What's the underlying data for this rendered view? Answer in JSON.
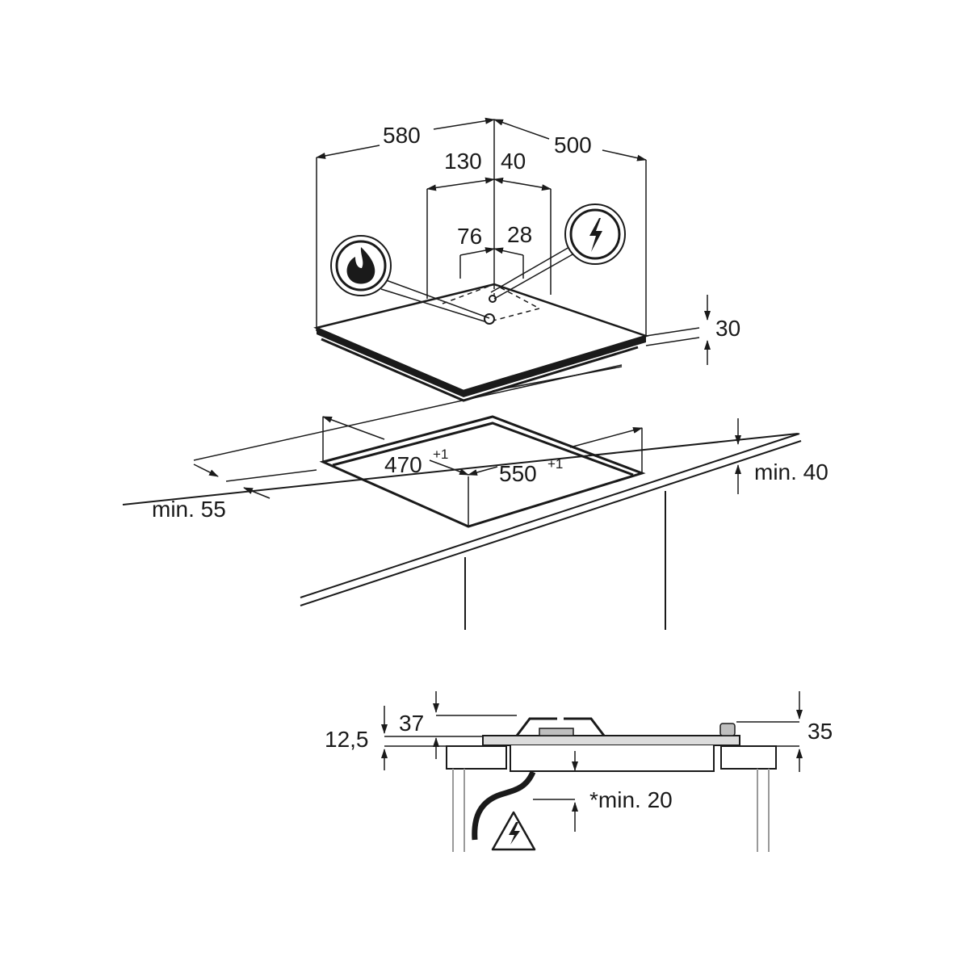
{
  "top_view": {
    "width_label": "580",
    "depth_label": "500",
    "gas_offset_label": "130",
    "electric_offset_label": "40",
    "gas_depth_label": "76",
    "electric_depth_label": "28",
    "height_label": "30"
  },
  "cutout": {
    "depth_label": "470",
    "depth_tolerance": "+1",
    "width_label": "550",
    "width_tolerance": "+1",
    "front_min_label": "min. 55",
    "worktop_min_label": "min. 40"
  },
  "side_view": {
    "burner_height_label": "37",
    "hob_height_label": "12,5",
    "knob_height_label": "35",
    "clearance_label": "*min. 20"
  },
  "icons": {
    "gas": "gas-flame-icon",
    "electric": "electric-bolt-icon",
    "warning": "electric-warning-icon"
  }
}
